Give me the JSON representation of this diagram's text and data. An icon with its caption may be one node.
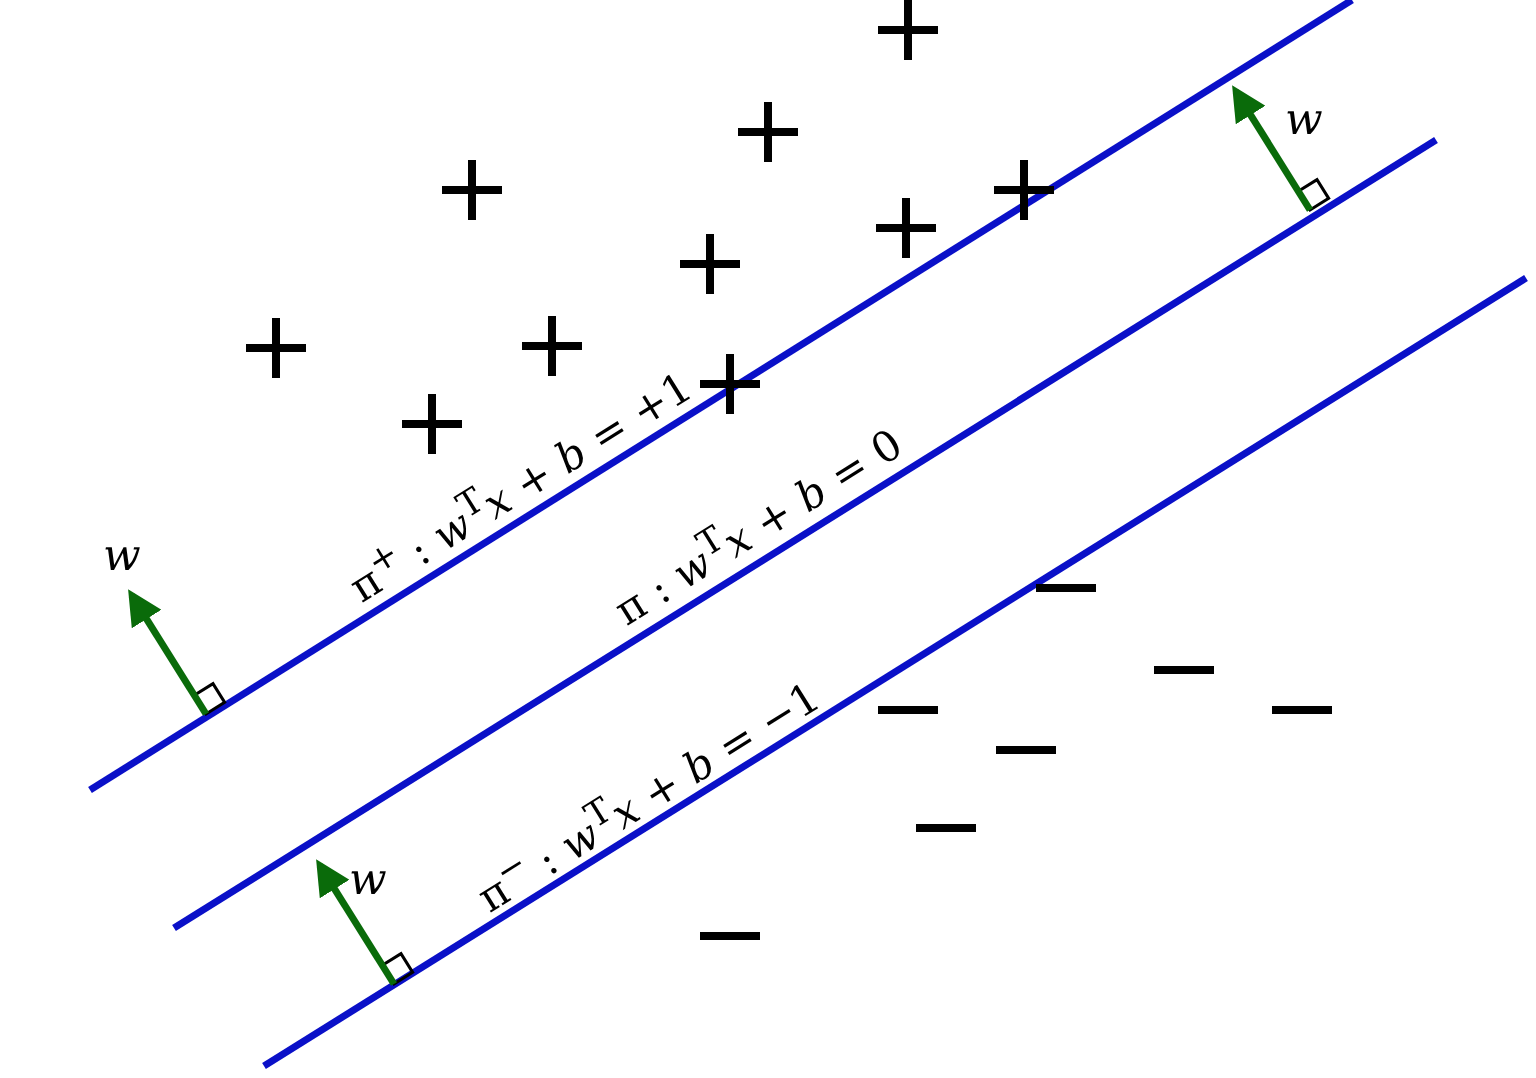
{
  "diagram": {
    "labels": [
      "*w*",
      "*w*",
      "π$^{+}$ : *w*$^{T}$*x* + *b* = +1",
      "π : *w*$^{T}$*x* + *b* = 0",
      "*w*",
      "π$^{−}$ : *w*$^{T}$*x* + *b* = −1"
    ]
  }
}
